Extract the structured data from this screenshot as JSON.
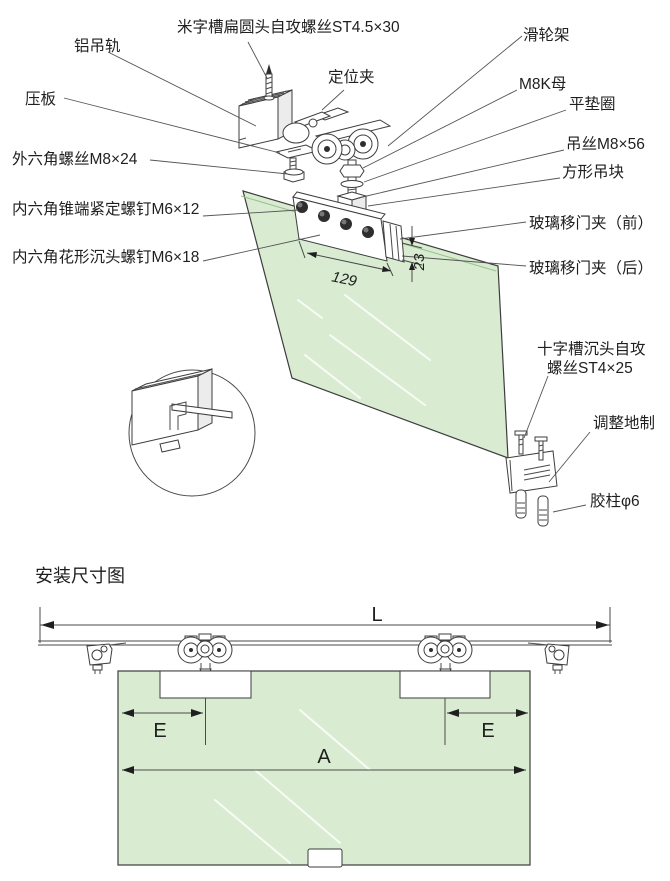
{
  "exploded": {
    "labels": {
      "aluminum_track": "铝吊轨",
      "pan_head_screw": "米字槽扁圆头自攻螺丝ST4.5×30",
      "positioning_clamp": "定位夹",
      "roller_bracket": "滑轮架",
      "m8k_nut": "M8K母",
      "flat_washer": "平垫圈",
      "pressure_plate": "压板",
      "hanging_bolt": "吊丝M8×56",
      "square_block": "方形吊块",
      "hex_screw": "外六角螺丝M8×24",
      "cone_set_screw": "内六角锥端紧定螺钉M6×12",
      "glass_clamp_front": "玻璃移门夹（前）",
      "torx_csk_screw": "内六角花形沉头螺钉M6×18",
      "glass_clamp_rear": "玻璃移门夹（后）",
      "csk_self_tapping_line1": "十字槽沉头自攻",
      "csk_self_tapping_line2": "螺丝ST4×25",
      "floor_adjuster": "调整地制",
      "rubber_anchor": "胶柱φ6"
    },
    "dimensions": {
      "clamp_length": "129",
      "clamp_offset": "23"
    }
  },
  "installation": {
    "title": "安装尺寸图",
    "dimensions": {
      "track_length": "L",
      "offset_left": "E",
      "offset_right": "E",
      "glass_width": "A"
    }
  },
  "colors": {
    "glass": "#d9ecd2",
    "glass_edge": "#9bc08f",
    "line": "#3d3d3d"
  }
}
